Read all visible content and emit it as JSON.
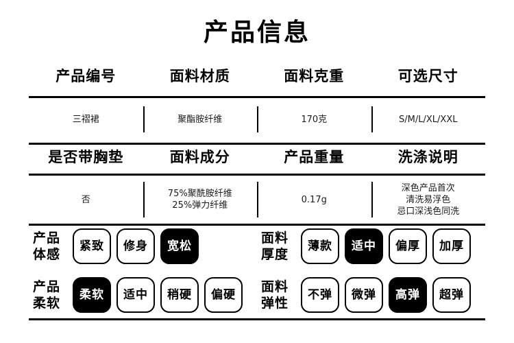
{
  "title": "产品信息",
  "table": {
    "block1": {
      "headers": [
        "产品编号",
        "面料材质",
        "面料克重",
        "可选尺寸"
      ],
      "values": [
        "三褶裙",
        "聚酯胺纤维",
        "170克",
        "S/M/L/XL/XXL"
      ]
    },
    "block2": {
      "headers": [
        "是否带胸垫",
        "面料成分",
        "产品重量",
        "洗涤说明"
      ],
      "values": [
        {
          "lines": [
            "否"
          ]
        },
        {
          "lines": [
            "75%聚酰胺纤维",
            "25%弹力纤维"
          ]
        },
        {
          "lines": [
            "0.17g"
          ]
        },
        {
          "lines": [
            "深色产品首次",
            "清洗易浮色",
            "忌口深浅色同洗"
          ]
        }
      ]
    }
  },
  "attributes": [
    {
      "label_lines": [
        "产品",
        "体感"
      ],
      "options": [
        {
          "label": "紧致",
          "selected": false
        },
        {
          "label": "修身",
          "selected": false
        },
        {
          "label": "宽松",
          "selected": true
        }
      ]
    },
    {
      "label_lines": [
        "面料",
        "厚度"
      ],
      "options": [
        {
          "label": "薄款",
          "selected": false
        },
        {
          "label": "适中",
          "selected": true
        },
        {
          "label": "偏厚",
          "selected": false
        },
        {
          "label": "加厚",
          "selected": false
        }
      ]
    },
    {
      "label_lines": [
        "产品",
        "柔软"
      ],
      "options": [
        {
          "label": "柔软",
          "selected": true
        },
        {
          "label": "适中",
          "selected": false
        },
        {
          "label": "稍硬",
          "selected": false
        },
        {
          "label": "偏硬",
          "selected": false
        }
      ]
    },
    {
      "label_lines": [
        "面料",
        "弹性"
      ],
      "options": [
        {
          "label": "不弹",
          "selected": false
        },
        {
          "label": "微弹",
          "selected": false
        },
        {
          "label": "高弹",
          "selected": true
        },
        {
          "label": "超弹",
          "selected": false
        }
      ]
    }
  ],
  "colors": {
    "ink": "#000000",
    "paper": "#ffffff",
    "selected_bg": "#000000",
    "selected_fg": "#ffffff"
  }
}
